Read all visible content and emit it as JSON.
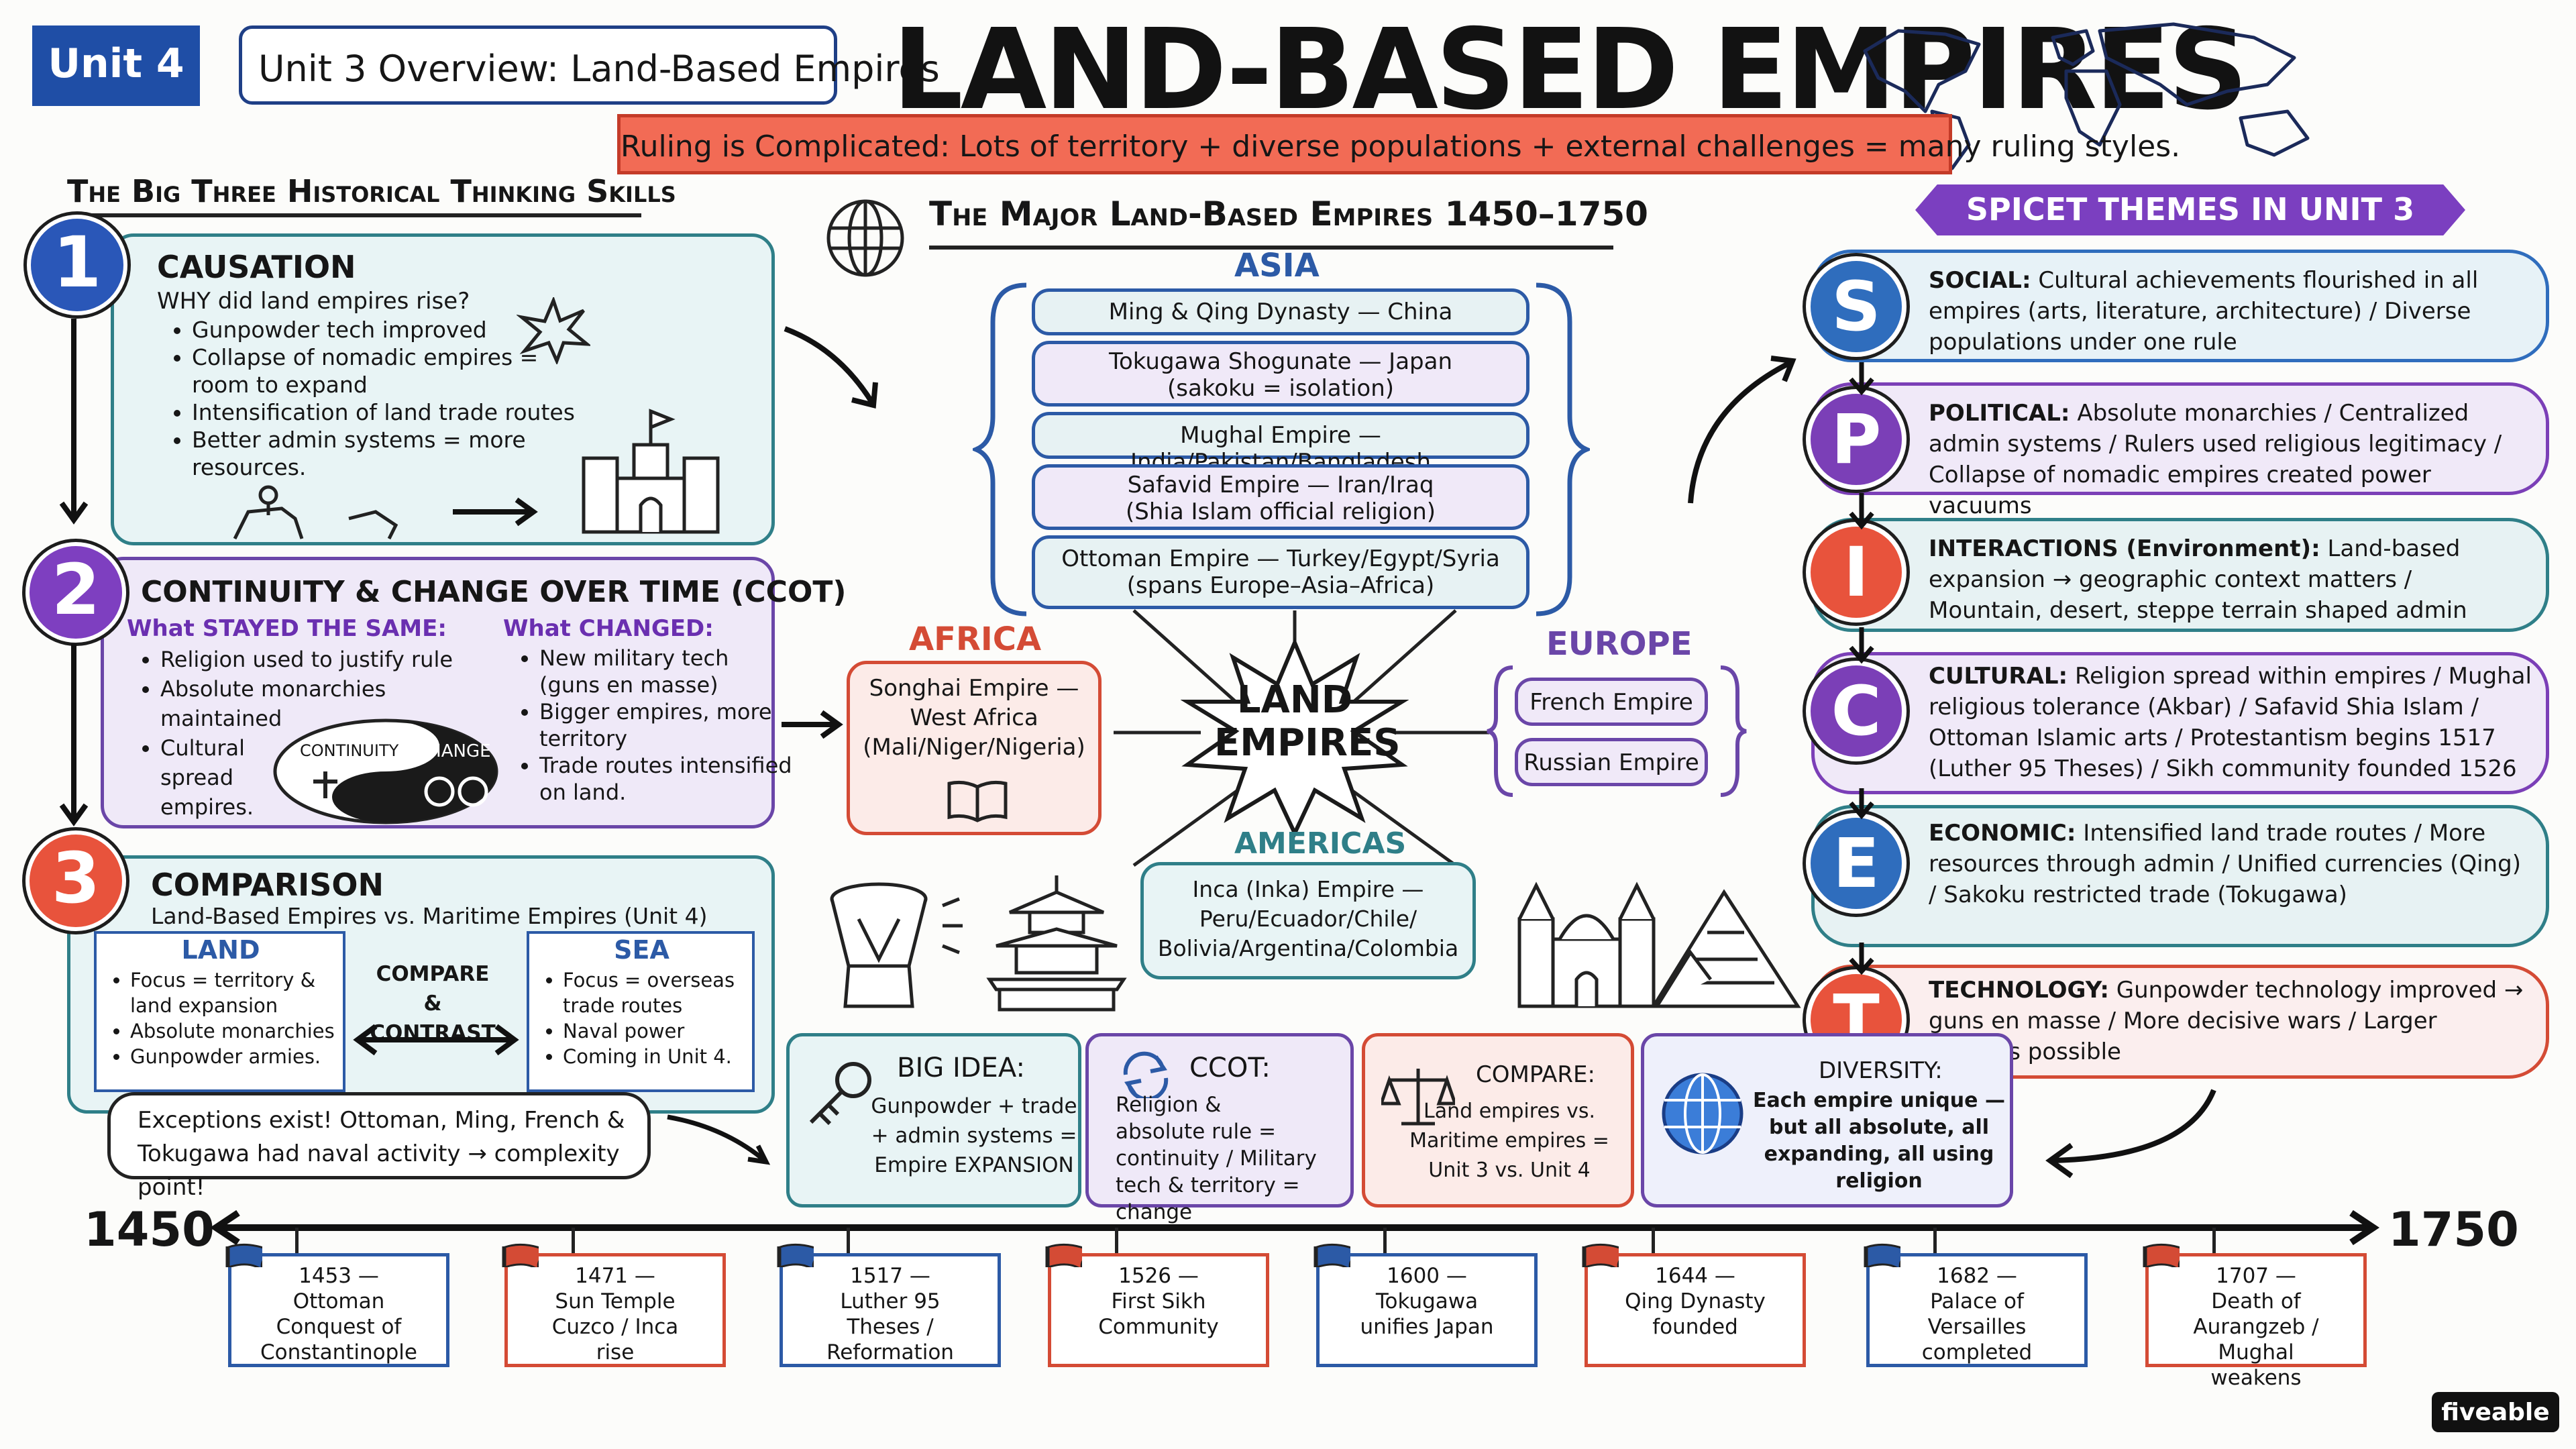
{
  "header": {
    "unit_tab": "Unit 4",
    "overview": "Unit 3 Overview: Land-Based Empires",
    "title": "LAND-BASED EMPIRES",
    "banner": "Ruling is Complicated: Lots of territory + diverse populations + external challenges = many ruling styles."
  },
  "skills": {
    "heading": "The Big Three Historical Thinking Skills",
    "causation": {
      "number": "1",
      "title": "CAUSATION",
      "question": "WHY did land empires rise?",
      "items": [
        "Gunpowder tech improved",
        "Collapse of nomadic empires = room to expand",
        "Intensification of land trade routes",
        "Better admin systems = more resources."
      ]
    },
    "ccot": {
      "number": "2",
      "title": "CONTINUITY & CHANGE OVER TIME (CCOT)",
      "same_title": "What STAYED THE SAME:",
      "same_items": [
        "Religion used to justify rule",
        "Absolute monarchies maintained",
        "Cultural spread empires."
      ],
      "changed_title": "What CHANGED:",
      "changed_items": [
        "New military tech (guns en masse)",
        "Bigger empires, more territory",
        "Trade routes intensified on land."
      ],
      "yin_label": "CONTINUITY",
      "yang_label": "CHANGE"
    },
    "comparison": {
      "number": "3",
      "title": "COMPARISON",
      "subtitle": "Land-Based Empires vs. Maritime Empires (Unit 4)",
      "land_title": "LAND",
      "land_items": [
        "Focus = territory & land expansion",
        "Absolute monarchies",
        "Gunpowder armies."
      ],
      "middle": "COMPARE & CONTRAST",
      "sea_title": "SEA",
      "sea_items": [
        "Focus = overseas trade routes",
        "Naval power",
        "Coming in Unit 4."
      ],
      "note": "Exceptions exist!  Ottoman, Ming, French & Tokugawa had naval activity → complexity point!"
    }
  },
  "empires": {
    "heading": "The Major Land-Based Empires 1450–1750",
    "asia_label": "ASIA",
    "asia": [
      [
        "Ming & Qing Dynasty — China",
        ""
      ],
      [
        "Tokugawa Shogunate — Japan",
        "(sakoku = isolation)"
      ],
      [
        "Mughal Empire — India/Pakistan/Bangladesh",
        ""
      ],
      [
        "Safavid Empire — Iran/Iraq",
        "(Shia Islam official religion)"
      ],
      [
        "Ottoman Empire — Turkey/Egypt/Syria",
        "(spans Europe–Asia–Africa)"
      ]
    ],
    "africa_label": "AFRICA",
    "africa": [
      "Songhai Empire —",
      "West Africa",
      "(Mali/Niger/Nigeria)"
    ],
    "center": [
      "LAND",
      "EMPIRES"
    ],
    "europe_label": "EUROPE",
    "europe": [
      "French Empire",
      "Russian Empire"
    ],
    "americas_label": "AMERICAS",
    "americas": [
      "Inca (Inka) Empire —",
      "Peru/Ecuador/Chile/",
      "Bolivia/Argentina/Colombia"
    ]
  },
  "themes": {
    "heading": "SPICET THEMES IN UNIT 3",
    "items": [
      {
        "letter": "S",
        "title": "SOCIAL:",
        "text": "Cultural achievements flourished in all empires (arts, literature, architecture) / Diverse populations under one rule",
        "color": "#2f6dbd"
      },
      {
        "letter": "P",
        "title": "POLITICAL:",
        "text": "Absolute monarchies / Centralized admin systems / Rulers used religious legitimacy / Collapse of nomadic empires created power vacuums",
        "color": "#7b3fb7"
      },
      {
        "letter": "I",
        "title": "INTERACTIONS (Environment):",
        "text": "Land-based expansion → geographic context matters / Mountain, desert, steppe terrain shaped admin",
        "color": "#e8533c"
      },
      {
        "letter": "C",
        "title": "CULTURAL:",
        "text": "Religion spread within empires / Mughal religious tolerance (Akbar) / Safavid Shia Islam / Ottoman Islamic arts / Protestantism begins 1517 (Luther 95 Theses) / Sikh community founded 1526",
        "color": "#7b3fb7"
      },
      {
        "letter": "E",
        "title": "ECONOMIC:",
        "text": "Intensified land trade routes / More resources through admin / Unified currencies (Qing) / Sakoku restricted trade (Tokugawa)",
        "color": "#2f6dbd"
      },
      {
        "letter": "T",
        "title": "TECHNOLOGY:",
        "text": "Gunpowder technology improved → guns en masse / More decisive wars / Larger empires possible",
        "color": "#e8533c"
      }
    ]
  },
  "bottom": {
    "big_idea": {
      "title": "BIG IDEA:",
      "text": "Gunpowder + trade + admin systems = Empire EXPANSION"
    },
    "ccot": {
      "title": "CCOT:",
      "text": "Religion & absolute rule = continuity / Military tech & territory = change"
    },
    "compare": {
      "title": "COMPARE:",
      "text": "Land empires vs. Maritime empires = Unit 3 vs. Unit 4"
    },
    "diversity": {
      "title": "DIVERSITY:",
      "text": "Each empire unique — but all absolute, all expanding, all using religion"
    }
  },
  "timeline": {
    "start": "1450",
    "end": "1750",
    "events": [
      {
        "year": "1453 —",
        "text": "Ottoman Conquest of Constantinople",
        "flag": "blue"
      },
      {
        "year": "1471 —",
        "text": "Sun Temple Cuzco / Inca rise",
        "flag": "red"
      },
      {
        "year": "1517 —",
        "text": "Luther 95 Theses / Reformation",
        "flag": "blue"
      },
      {
        "year": "1526 —",
        "text": "First Sikh Community",
        "flag": "red"
      },
      {
        "year": "1600 —",
        "text": "Tokugawa unifies Japan",
        "flag": "blue"
      },
      {
        "year": "1644 —",
        "text": "Qing Dynasty founded",
        "flag": "red"
      },
      {
        "year": "1682 —",
        "text": "Palace of Versailles completed",
        "flag": "blue"
      },
      {
        "year": "1707 —",
        "text": "Death of Aurangzeb / Mughal weakens",
        "flag": "red"
      }
    ]
  },
  "brand": "fiveable",
  "colors": {
    "blue": "#2c5aa6",
    "purple": "#6a46a8",
    "red": "#d44b35",
    "teal": "#2f7f88"
  }
}
